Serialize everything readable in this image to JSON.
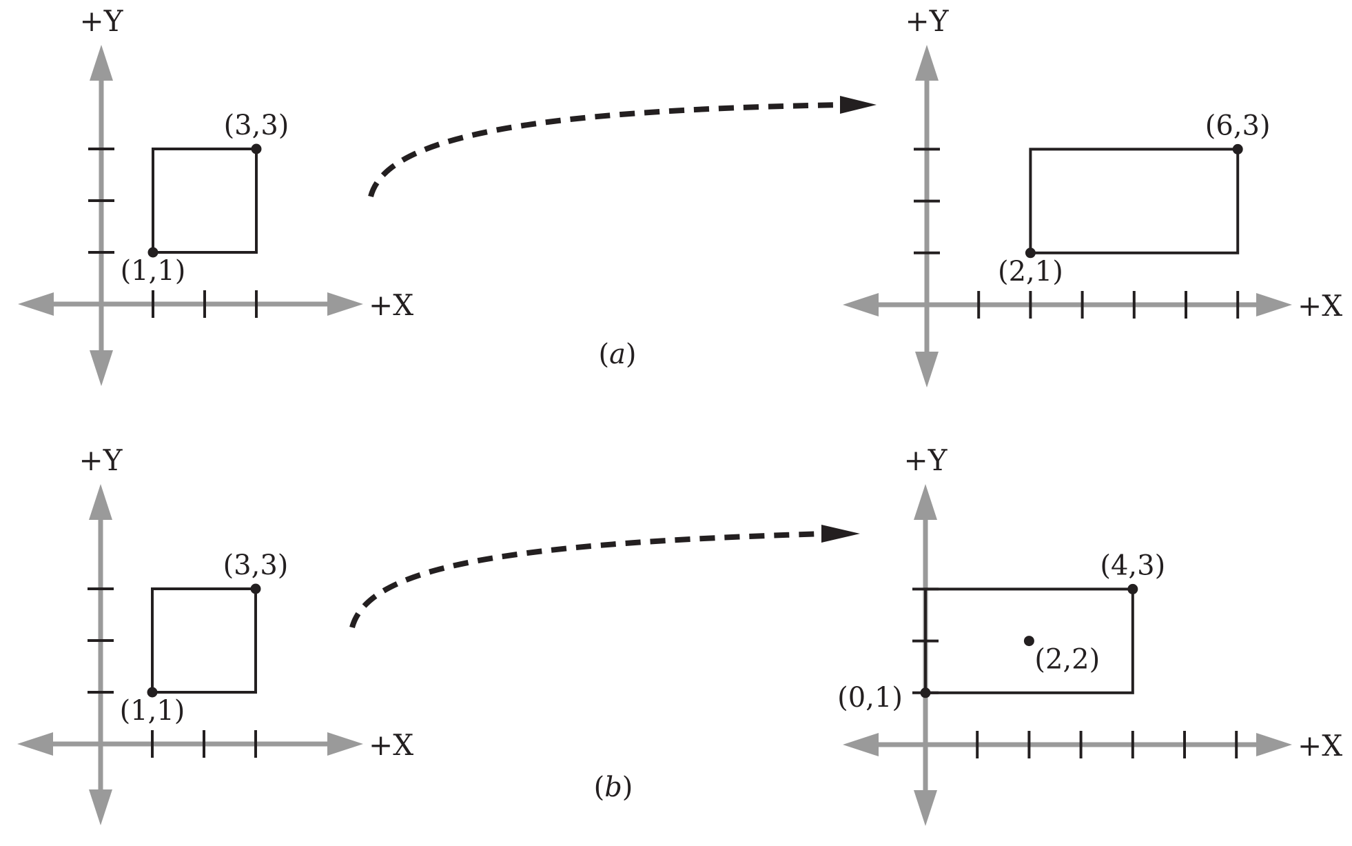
{
  "figure": {
    "panels": [
      {
        "id": "a-before",
        "caption_group": "a",
        "x_axis_label": "+X",
        "y_axis_label": "+Y",
        "x_ticks": [
          1,
          2,
          3
        ],
        "y_ticks": [
          1,
          2,
          3
        ],
        "rectangle": {
          "min": [
            1,
            1
          ],
          "max": [
            3,
            3
          ]
        },
        "points": [
          {
            "x": 1,
            "y": 1,
            "label": "(1,1)",
            "label_pos": "below"
          },
          {
            "x": 3,
            "y": 3,
            "label": "(3,3)",
            "label_pos": "above"
          }
        ]
      },
      {
        "id": "a-after",
        "caption_group": "a",
        "x_axis_label": "+X",
        "y_axis_label": "+Y",
        "x_ticks": [
          1,
          2,
          3,
          4,
          5,
          6
        ],
        "y_ticks": [
          1,
          2,
          3
        ],
        "rectangle": {
          "min": [
            2,
            1
          ],
          "max": [
            6,
            3
          ]
        },
        "points": [
          {
            "x": 2,
            "y": 1,
            "label": "(2,1)",
            "label_pos": "below"
          },
          {
            "x": 6,
            "y": 3,
            "label": "(6,3)",
            "label_pos": "above"
          }
        ]
      },
      {
        "id": "b-before",
        "caption_group": "b",
        "x_axis_label": "+X",
        "y_axis_label": "+Y",
        "x_ticks": [
          1,
          2,
          3
        ],
        "y_ticks": [
          1,
          2,
          3
        ],
        "rectangle": {
          "min": [
            1,
            1
          ],
          "max": [
            3,
            3
          ]
        },
        "points": [
          {
            "x": 1,
            "y": 1,
            "label": "(1,1)",
            "label_pos": "below"
          },
          {
            "x": 3,
            "y": 3,
            "label": "(3,3)",
            "label_pos": "above"
          }
        ]
      },
      {
        "id": "b-after",
        "caption_group": "b",
        "x_axis_label": "+X",
        "y_axis_label": "+Y",
        "x_ticks": [
          1,
          2,
          3,
          4,
          5,
          6
        ],
        "y_ticks": [
          1,
          2,
          3
        ],
        "rectangle": {
          "min": [
            0,
            1
          ],
          "max": [
            4,
            3
          ]
        },
        "points": [
          {
            "x": 0,
            "y": 1,
            "label": "(0,1)",
            "label_pos": "left"
          },
          {
            "x": 4,
            "y": 3,
            "label": "(4,3)",
            "label_pos": "above"
          },
          {
            "x": 2,
            "y": 2,
            "label": "(2,2)",
            "label_pos": "right-below"
          }
        ]
      }
    ],
    "captions": [
      {
        "open": "(",
        "var": "a",
        "close": ")"
      },
      {
        "open": "(",
        "var": "b",
        "close": ")"
      }
    ],
    "transform_arrows": [
      {
        "from": "a-before",
        "to": "a-after",
        "style": "dashed"
      },
      {
        "from": "b-before",
        "to": "b-after",
        "style": "dashed"
      }
    ],
    "colors": {
      "axis": "#9a9a9a",
      "ink": "#231f20",
      "background": "#ffffff"
    }
  }
}
